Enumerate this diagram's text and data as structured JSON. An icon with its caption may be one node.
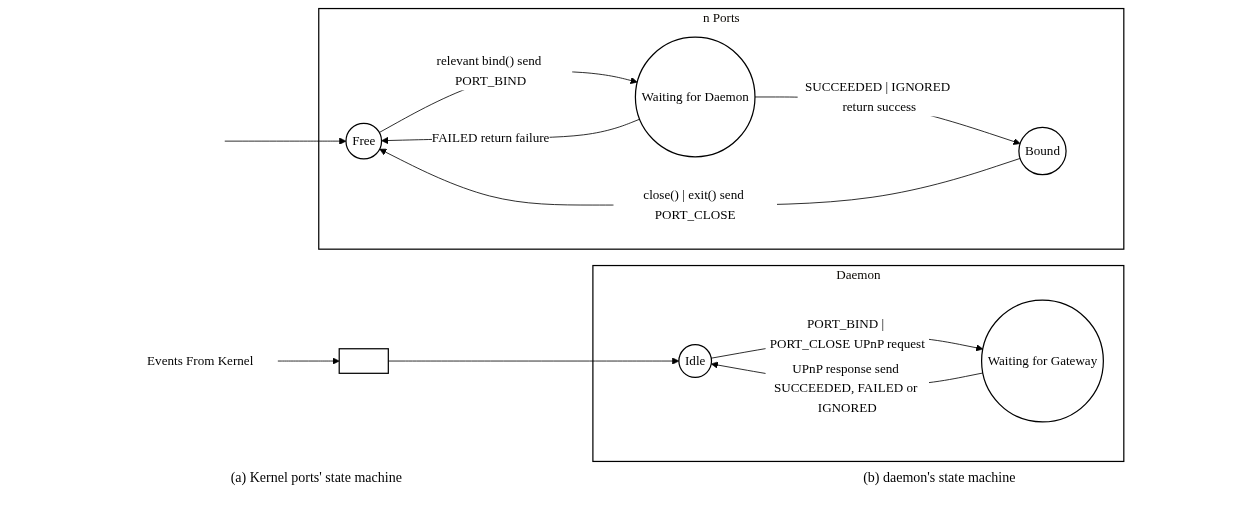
{
  "diagram": {
    "nodes": [
      {
        "text": [
          "n Ports"
        ]
      },
      {
        "text": [
          "Free"
        ],
        "in": 0
      },
      {
        "text": [
          "Waiting for Daemon"
        ],
        "in": 0
      },
      {
        "text": [
          "Bound"
        ],
        "in": 0
      },
      {
        "text": [
          "Events From Kernel"
        ]
      },
      {
        "text": [
          "Daemon"
        ]
      },
      {
        "text": [],
        "shape": "box"
      },
      {
        "text": [
          "Waiting for Gateway"
        ],
        "in": 5
      },
      {
        "text": [
          "Idle"
        ],
        "in": 5
      }
    ],
    "edges": [
      {
        "from": null,
        "to": 1,
        "arrow": "to"
      },
      {
        "from": 1,
        "to": 2,
        "arrow": "to",
        "label": "relevant bind() send PORT_BIND"
      },
      {
        "from": 2,
        "to": 1,
        "arrow": "to",
        "label": "FAILED return failure"
      },
      {
        "from": 2,
        "to": 3,
        "arrow": "to",
        "label": "SUCCEEDED | IGNORED return success"
      },
      {
        "from": 3,
        "to": 1,
        "arrow": "to",
        "label": "close() | exit() send PORT_CLOSE"
      },
      {
        "from": 4,
        "to": 6,
        "arrow": "to"
      },
      {
        "from": 6,
        "to": 8,
        "arrow": "to"
      },
      {
        "from": 8,
        "to": 7,
        "arrow": "to",
        "label": "PORT_BIND | PORT_CLOSE UPnP request"
      },
      {
        "from": 7,
        "to": 8,
        "arrow": "to",
        "label": "UPnP response send SUCCEEDED, FAILED or IGNORED"
      }
    ],
    "labels": [
      "(a) Kernel ports' state machine",
      "(b) daemon's state machine"
    ]
  }
}
